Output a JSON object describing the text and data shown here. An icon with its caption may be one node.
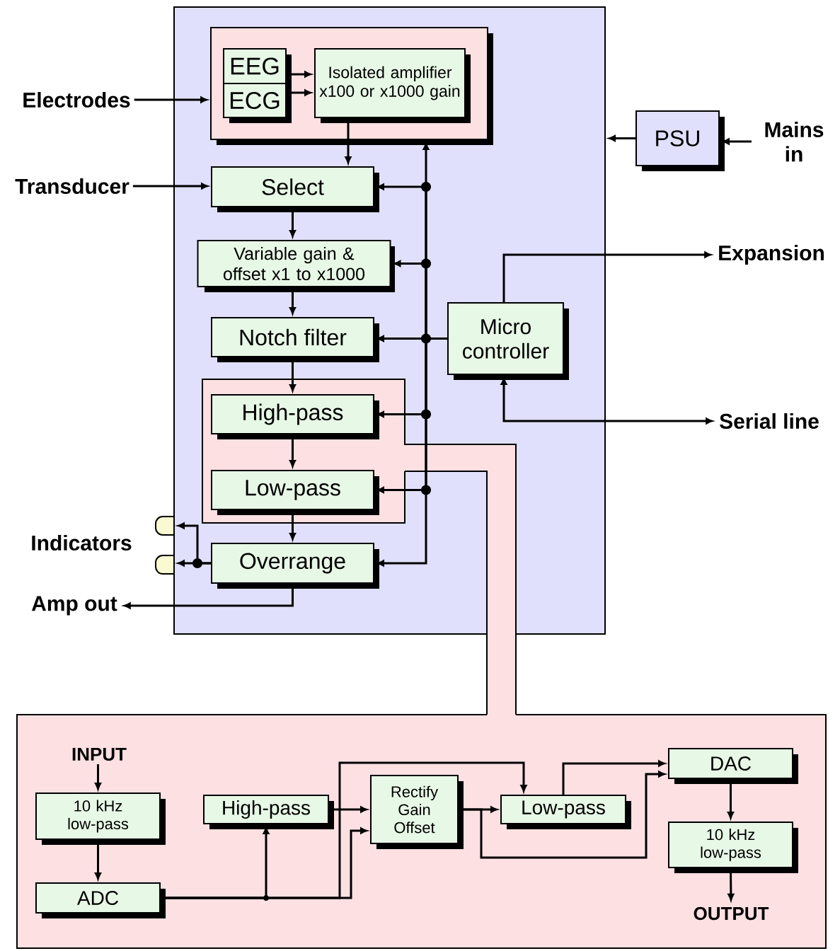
{
  "diagram": {
    "nodes": [
      {
        "text": [],
        "shape": "box"
      },
      {
        "text": [],
        "shape": "box",
        "in": 0
      },
      {
        "text": [
          "EEG"
        ],
        "in": 1
      },
      {
        "text": [
          "ECG"
        ],
        "in": 1
      },
      {
        "text": [
          "Isolated amplifier x100 or x1000 gain"
        ],
        "in": 1
      },
      {
        "text": [
          "Select"
        ],
        "in": 0
      },
      {
        "text": [
          "Variable gain & offset x1 to x1000"
        ],
        "in": 0
      },
      {
        "text": [
          "Notch filter"
        ],
        "in": 0
      },
      {
        "text": [],
        "shape": "box",
        "in": 0
      },
      {
        "text": [
          "High-pass"
        ],
        "in": 8
      },
      {
        "text": [
          "Low-pass"
        ],
        "in": 8
      },
      {
        "text": [
          "Overrange"
        ],
        "in": 0
      },
      {
        "text": [
          "Micro controller"
        ],
        "in": 0
      },
      {
        "text": [
          "PSU"
        ]
      },
      {
        "text": [
          "Electrodes"
        ]
      },
      {
        "text": [
          "Transducer"
        ]
      },
      {
        "text": [
          "Mains in"
        ]
      },
      {
        "text": [
          "Expansion"
        ]
      },
      {
        "text": [
          "Serial line"
        ]
      },
      {
        "text": [],
        "shape": "lamp"
      },
      {
        "text": [],
        "shape": "lamp"
      },
      {
        "text": [
          "Amp out"
        ]
      },
      {
        "text": [],
        "shape": "box"
      },
      {
        "text": [
          "INPUT"
        ],
        "in": 22
      },
      {
        "text": [
          "10 kHz low-pass"
        ],
        "in": 22
      },
      {
        "text": [
          "ADC"
        ],
        "in": 22
      },
      {
        "text": [
          "High-pass"
        ],
        "in": 22
      },
      {
        "text": [
          "Rectify Gain Offset"
        ],
        "in": 22
      },
      {
        "text": [
          "Low-pass"
        ],
        "in": 22
      },
      {
        "text": [
          "DAC"
        ],
        "in": 22
      },
      {
        "text": [
          "10 kHz low-pass"
        ],
        "in": 22
      },
      {
        "text": [
          "OUTPUT"
        ],
        "in": 22
      }
    ],
    "edges": [
      {
        "from": 14,
        "to": 1,
        "arrow": "to"
      },
      {
        "from": 2,
        "to": 4,
        "arrow": "to"
      },
      {
        "from": 3,
        "to": 4,
        "arrow": "to"
      },
      {
        "from": 4,
        "to": 5,
        "arrow": "to"
      },
      {
        "from": 15,
        "to": 5,
        "arrow": "to"
      },
      {
        "from": 5,
        "to": 6,
        "arrow": "to"
      },
      {
        "from": 6,
        "to": 7,
        "arrow": "to"
      },
      {
        "from": 7,
        "to": 9,
        "arrow": "to"
      },
      {
        "from": 9,
        "to": 10,
        "arrow": "to"
      },
      {
        "from": 10,
        "to": 11,
        "arrow": "to"
      },
      {
        "from": 12,
        "to": 7,
        "arrow": "to"
      },
      {
        "from": 12,
        "to": 6,
        "arrow": "to"
      },
      {
        "from": 12,
        "to": 5,
        "arrow": "to"
      },
      {
        "from": 12,
        "to": 1,
        "arrow": "to"
      },
      {
        "from": 12,
        "to": 9,
        "arrow": "to"
      },
      {
        "from": 12,
        "to": 10,
        "arrow": "to"
      },
      {
        "from": 12,
        "to": 11,
        "arrow": "to"
      },
      {
        "from": 12,
        "to": 17,
        "arrow": "to"
      },
      {
        "from": 12,
        "to": 18,
        "arrow": "both"
      },
      {
        "from": 16,
        "to": 13,
        "arrow": "to"
      },
      {
        "from": 13,
        "to": 0,
        "arrow": "to"
      },
      {
        "from": 11,
        "to": 19,
        "arrow": "to"
      },
      {
        "from": 11,
        "to": 20,
        "arrow": "to"
      },
      {
        "from": 11,
        "to": 21,
        "arrow": "to"
      },
      {
        "from": 23,
        "to": 24,
        "arrow": "to"
      },
      {
        "from": 24,
        "to": 25,
        "arrow": "to"
      },
      {
        "from": 25,
        "to": 26,
        "arrow": "to"
      },
      {
        "from": 25,
        "to": 27,
        "arrow": "to"
      },
      {
        "from": 26,
        "to": 27,
        "arrow": "to"
      },
      {
        "from": 25,
        "to": 28,
        "arrow": "to"
      },
      {
        "from": 27,
        "to": 28,
        "arrow": "to"
      },
      {
        "from": 27,
        "to": 29,
        "arrow": "to"
      },
      {
        "from": 28,
        "to": 29,
        "arrow": "to"
      },
      {
        "from": 29,
        "to": 30,
        "arrow": "to"
      },
      {
        "from": 30,
        "to": 31,
        "arrow": "to"
      }
    ],
    "labels": [
      "Indicators"
    ]
  }
}
